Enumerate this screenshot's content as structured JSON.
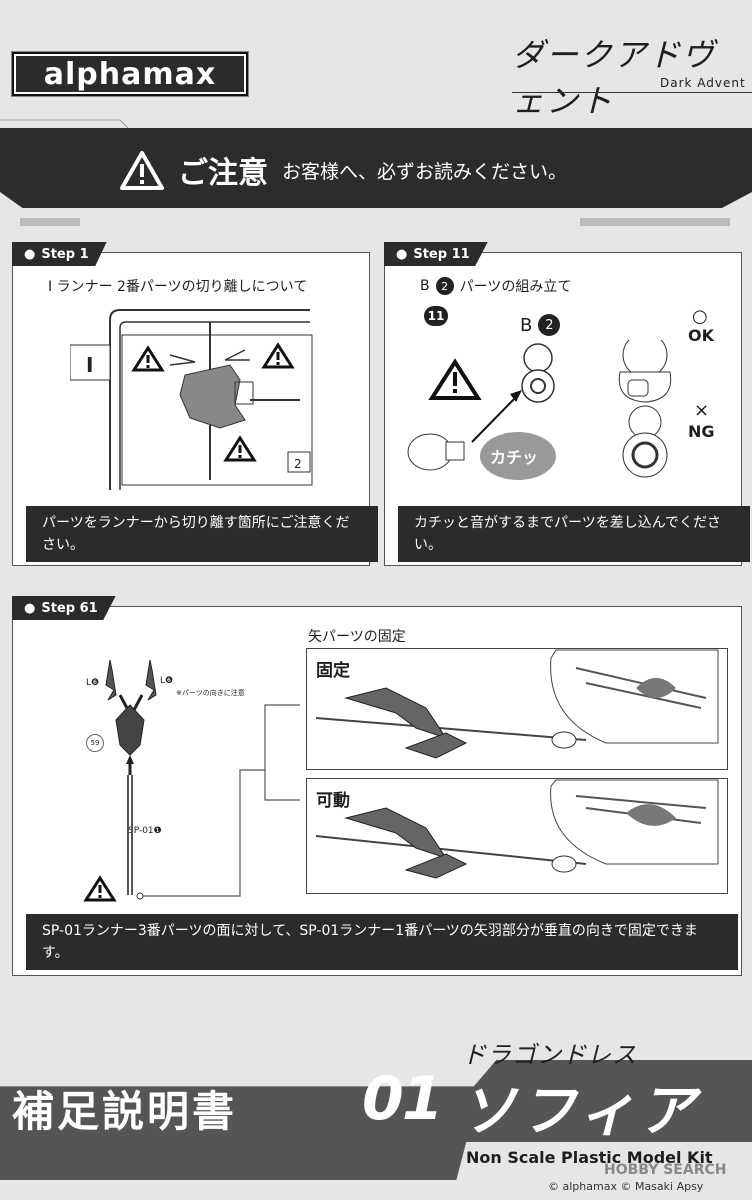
{
  "header": {
    "brand": "alphamax",
    "series_title_jp": "ダークアドヴェント",
    "series_title_en": "Dark Advent"
  },
  "banner": {
    "caution_title": "ご注意",
    "caution_subtitle": "お客様へ、必ずお読みください。"
  },
  "step1": {
    "tag": "Step 1",
    "heading": "I ランナー 2番パーツの切り離しについて",
    "runner_letter": "I",
    "part_number": "2",
    "note": "パーツをランナーから切り離す箇所にご注意ください。"
  },
  "step11": {
    "tag": "Step 11",
    "heading_prefix": "B",
    "heading_num": "2",
    "heading_suffix": "パーツの組み立て",
    "step_badge": "11",
    "part_label_letter": "B",
    "part_label_num": "2",
    "click_label": "カチッ",
    "ok_mark": "○",
    "ok_label": "OK",
    "ng_mark": "×",
    "ng_label": "NG",
    "note": "カチッと音がするまでパーツを差し込んでください。"
  },
  "step61": {
    "tag": "Step 61",
    "heading": "矢パーツの固定",
    "left_label_a": "L❻",
    "left_label_b": "L❻",
    "small_note": "※パーツの向きに注意",
    "circle_num": "59",
    "sp_label": "SP-01❶",
    "fixed_label": "固定",
    "movable_label": "可動",
    "note": "SP-01ランナー3番パーツの面に対して、SP-01ランナー1番パーツの矢羽部分が垂直の向きで固定できます。"
  },
  "footer": {
    "manual_title": "補足説明書",
    "series_name": "ドラゴンドレス",
    "number": "01",
    "product_name": "ソフィア",
    "kit_type": "Non Scale Plastic Model Kit",
    "copyright": "© alphamax  © Masaki Apsy",
    "watermark": "HOBBY SEARCH"
  }
}
